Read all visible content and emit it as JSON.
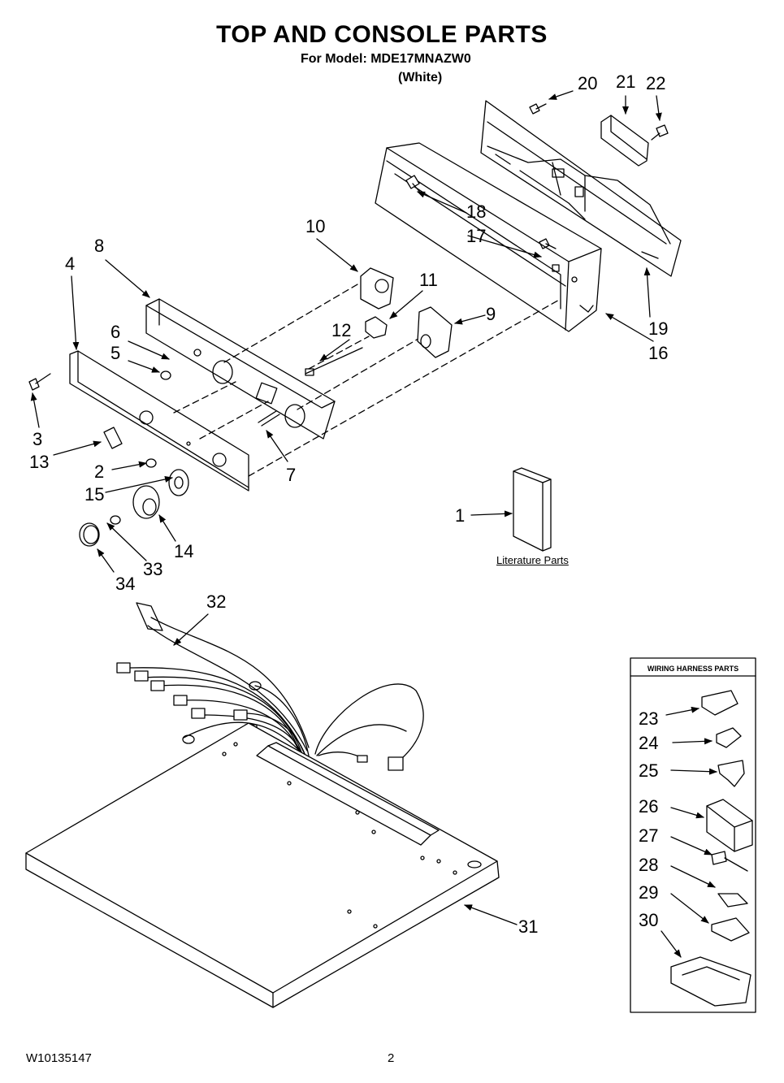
{
  "header": {
    "title": "TOP AND CONSOLE PARTS",
    "model_line": "For Model: MDE17MNAZW0",
    "color_line": "(White)"
  },
  "literature_label": "Literature Parts",
  "harness_box": {
    "title": "WIRING HARNESS PARTS"
  },
  "footer": {
    "doc_number": "W10135147",
    "page_number": "2"
  },
  "callouts": {
    "c1": "1",
    "c2": "2",
    "c3": "3",
    "c4": "4",
    "c5": "5",
    "c6": "6",
    "c7": "7",
    "c8": "8",
    "c9": "9",
    "c10": "10",
    "c11": "11",
    "c12": "12",
    "c13": "13",
    "c14": "14",
    "c15": "15",
    "c16": "16",
    "c17": "17",
    "c18": "18",
    "c19": "19",
    "c20": "20",
    "c21": "21",
    "c22": "22",
    "c23": "23",
    "c24": "24",
    "c25": "25",
    "c26": "26",
    "c27": "27",
    "c28": "28",
    "c29": "29",
    "c30": "30",
    "c31": "31",
    "c32": "32",
    "c33": "33",
    "c34": "34"
  }
}
